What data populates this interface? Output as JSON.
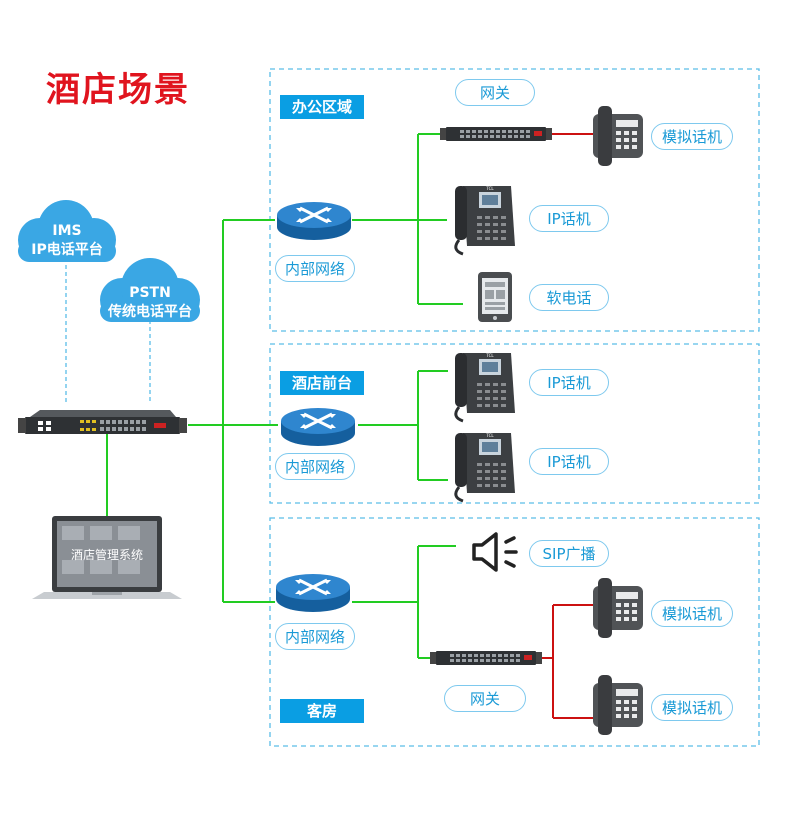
{
  "title": "酒店场景",
  "clouds": {
    "ims": [
      "IMS",
      "IP电话平台"
    ],
    "pstn": [
      "PSTN",
      "传统电话平台"
    ]
  },
  "laptop_label": "酒店管理系统",
  "zones": {
    "office": {
      "label": "办公区域",
      "router_label": "内部网络",
      "gateway_label": "网关",
      "analog_phone_label": "模拟话机",
      "ip_phone_label": "IP话机",
      "softphone_label": "软电话"
    },
    "front_desk": {
      "label": "酒店前台",
      "router_label": "内部网络",
      "ip_phone_1_label": "IP话机",
      "ip_phone_2_label": "IP话机"
    },
    "guest_room": {
      "label": "客房",
      "router_label": "内部网络",
      "sip_broadcast_label": "SIP广播",
      "gateway_label": "网关",
      "analog_phone_1_label": "模拟话机",
      "analog_phone_2_label": "模拟话机"
    }
  },
  "colors": {
    "title": "#e0141e",
    "zone_label_bg": "#0a9ee3",
    "green_link": "#22cc22",
    "red_link": "#cc1111",
    "dashed_border": "#5bbde8",
    "cloud": "#3aa7e4",
    "router": "#1f78c0"
  },
  "icons": [
    "cloud-icon",
    "switch-icon",
    "laptop-icon",
    "router-icon",
    "gateway-icon",
    "analog-phone-icon",
    "ip-phone-icon",
    "tablet-icon",
    "speaker-icon"
  ]
}
